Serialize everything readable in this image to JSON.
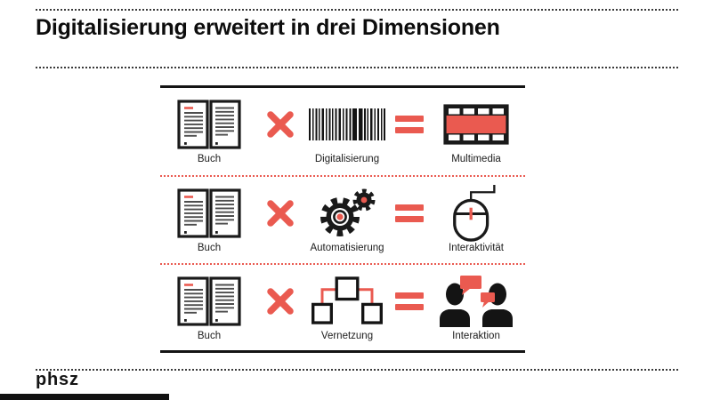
{
  "title": "Digitalisierung erweitert in drei Dimensionen",
  "colors": {
    "accent_red": "#ea5a50",
    "ink_black": "#1a1a1a"
  },
  "rows": [
    {
      "left": {
        "icon": "open-book-icon",
        "label": "Buch"
      },
      "operator": "×",
      "middle": {
        "icon": "barcode-icon",
        "label": "Digitalisierung"
      },
      "equals": "=",
      "right": {
        "icon": "film-strip-icon",
        "label": "Multimedia"
      }
    },
    {
      "left": {
        "icon": "open-book-icon",
        "label": "Buch"
      },
      "operator": "×",
      "middle": {
        "icon": "gears-icon",
        "label": "Automatisierung"
      },
      "equals": "=",
      "right": {
        "icon": "computer-mouse-icon",
        "label": "Interaktivität"
      }
    },
    {
      "left": {
        "icon": "open-book-icon",
        "label": "Buch"
      },
      "operator": "×",
      "middle": {
        "icon": "network-icon",
        "label": "Vernetzung"
      },
      "equals": "=",
      "right": {
        "icon": "people-talking-icon",
        "label": "Interaktion"
      }
    }
  ],
  "footer": {
    "logo": "phsz"
  }
}
